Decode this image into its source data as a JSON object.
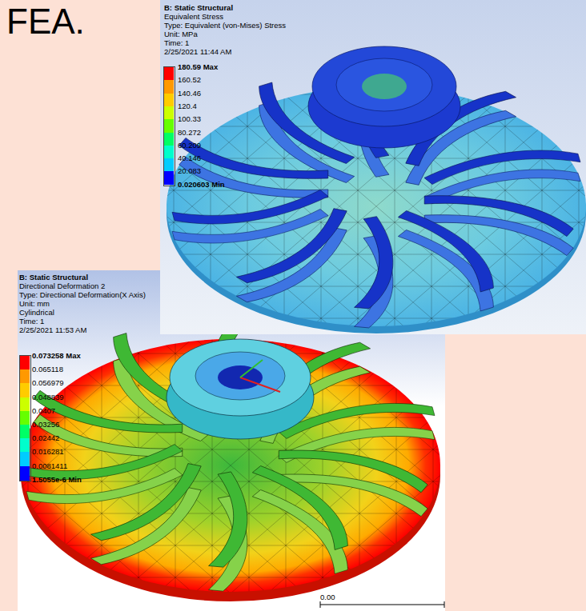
{
  "diagram": {
    "title": "FEA.",
    "labels": [
      "B: Static Structural",
      "Equivalent Stress",
      "Type: Equivalent (von-Mises) Stress",
      "Unit: MPa",
      "Time: 1",
      "2/25/2021 11:44 AM",
      "0.020603 Min",
      "B: Static Structural",
      "Directional Deformation 2",
      "Type: Directional Deformation(X Axis)",
      "Unit: mm",
      "Cylindrical",
      "Time: 1",
      "2/25/2021 11:53 AM",
      "1.5055e-6 Min",
      "0.00"
    ],
    "legend": [
      {
        "text": "180.59 Max",
        "color": "#ff0000"
      },
      {
        "text": "160.52",
        "color": "#ff9900"
      },
      {
        "text": "140.46",
        "color": "#ffcc00"
      },
      {
        "text": "120.4",
        "color": "#ccff00"
      },
      {
        "text": "100.33",
        "color": "#66ff00"
      },
      {
        "text": "80.272",
        "color": "#00ff66"
      },
      {
        "text": "60.209",
        "color": "#00ffcc"
      },
      {
        "text": "40.146",
        "color": "#00ccff"
      },
      {
        "text": "20.083",
        "color": "#0000ff"
      },
      {
        "text": "0.073258 Max",
        "color": "#ff0000"
      },
      {
        "text": "0.065118",
        "color": "#ff9900"
      },
      {
        "text": "0.056979",
        "color": "#ffcc00"
      },
      {
        "text": "0.048839",
        "color": "#ccff00"
      },
      {
        "text": "0.0407",
        "color": "#66ff00"
      },
      {
        "text": "0.03256",
        "color": "#00ff66"
      },
      {
        "text": "0.02442",
        "color": "#00ffcc"
      },
      {
        "text": "0.016281",
        "color": "#00ccff"
      },
      {
        "text": "0.0081411",
        "color": "#0000ff"
      }
    ]
  }
}
